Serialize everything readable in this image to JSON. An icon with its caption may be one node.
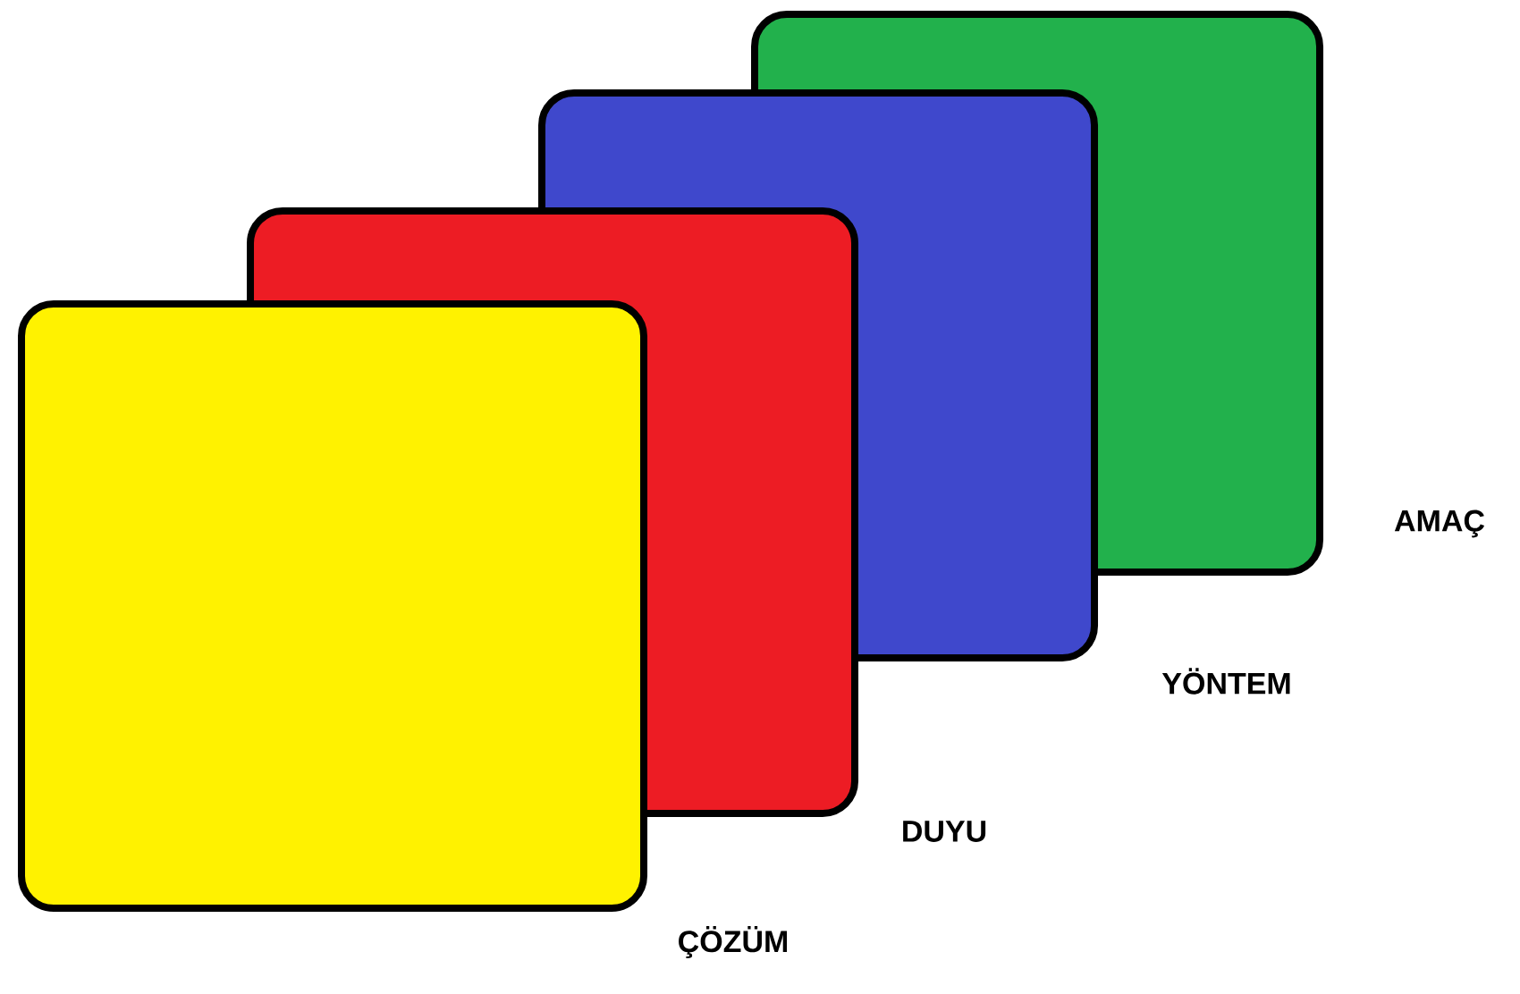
{
  "diagram": {
    "nodes": [
      {
        "text": [],
        "shape": "box",
        "beside": [
          "AMAÇ"
        ]
      },
      {
        "text": [],
        "shape": "box",
        "beside": [
          "YÖNTEM"
        ]
      },
      {
        "text": [],
        "shape": "box",
        "beside": [
          "DUYU"
        ]
      },
      {
        "text": [],
        "shape": "box",
        "beside": [
          "ÇÖZÜM"
        ]
      }
    ]
  }
}
